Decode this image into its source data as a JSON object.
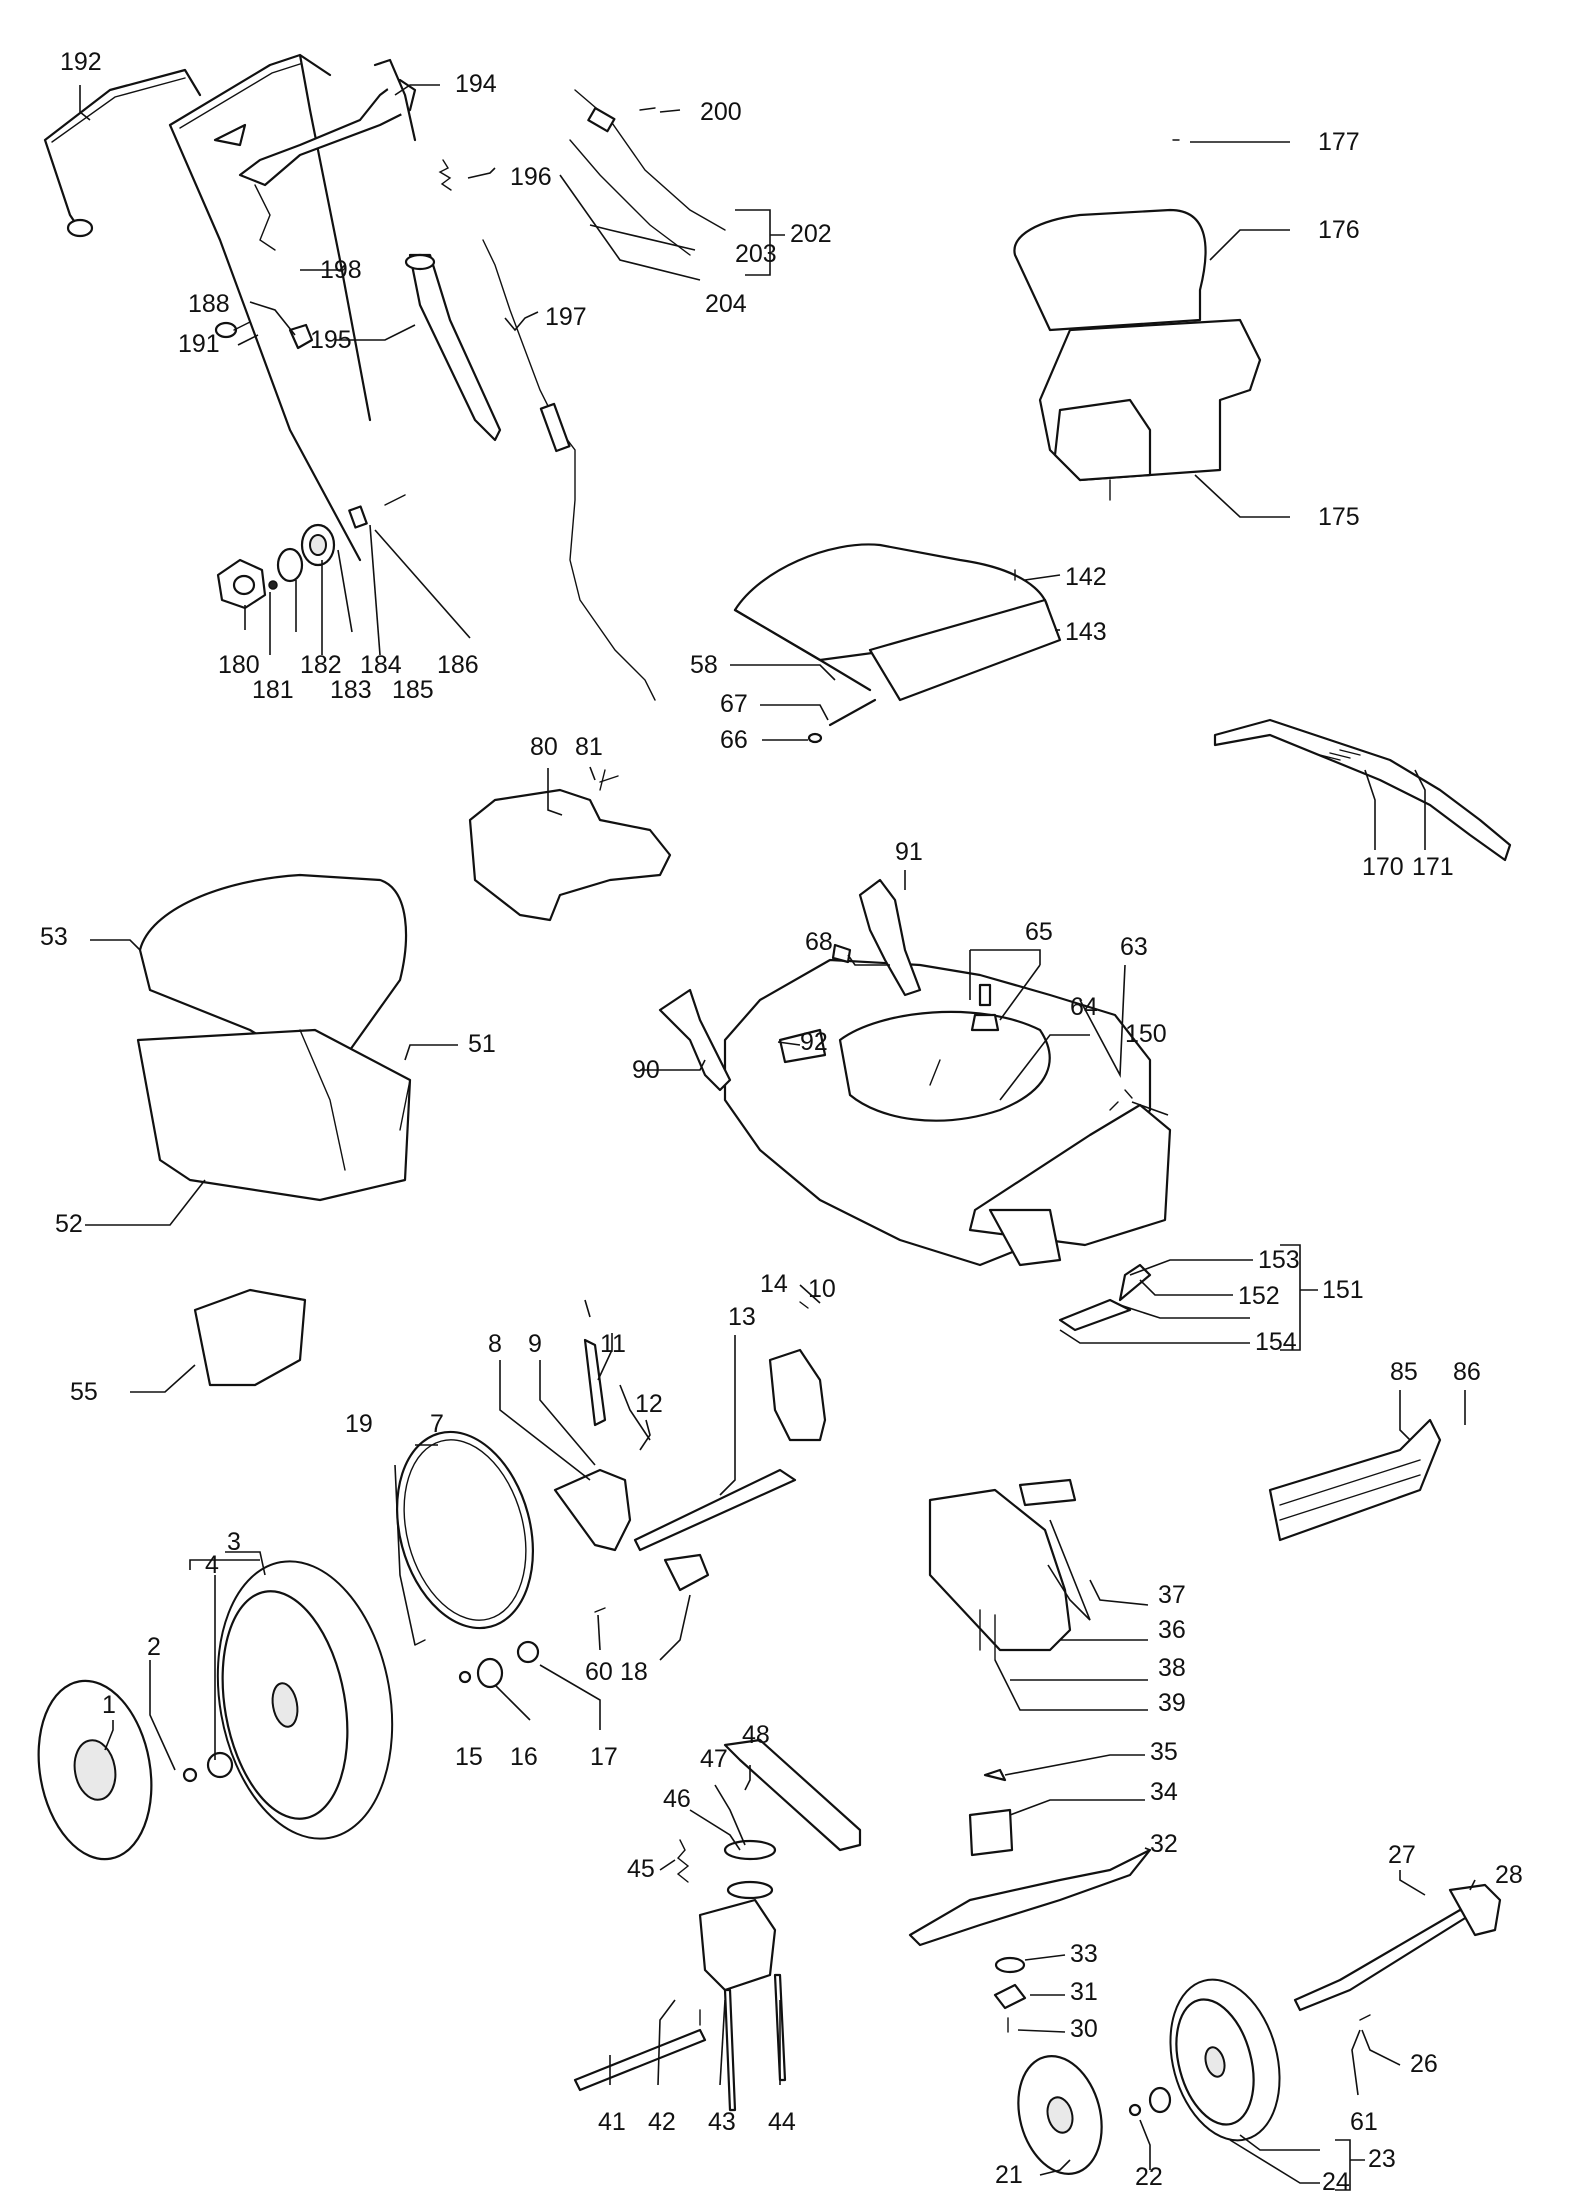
{
  "diagram": {
    "type": "exploded-parts-diagram",
    "part_numbers": [
      "1",
      "2",
      "3",
      "4",
      "7",
      "8",
      "9",
      "10",
      "11",
      "12",
      "13",
      "14",
      "15",
      "16",
      "17",
      "18",
      "19",
      "21",
      "22",
      "23",
      "24",
      "26",
      "27",
      "28",
      "30",
      "31",
      "32",
      "33",
      "34",
      "35",
      "36",
      "37",
      "38",
      "39",
      "41",
      "42",
      "43",
      "44",
      "45",
      "46",
      "47",
      "48",
      "51",
      "52",
      "53",
      "55",
      "58",
      "60",
      "61",
      "63",
      "64",
      "65",
      "66",
      "67",
      "68",
      "80",
      "81",
      "85",
      "86",
      "90",
      "91",
      "92",
      "142",
      "143",
      "150",
      "151",
      "152",
      "153",
      "154",
      "170",
      "171",
      "175",
      "176",
      "177",
      "180",
      "181",
      "182",
      "183",
      "184",
      "185",
      "186",
      "188",
      "191",
      "192",
      "194",
      "195",
      "196",
      "197",
      "198",
      "200",
      "202",
      "203",
      "204"
    ]
  }
}
